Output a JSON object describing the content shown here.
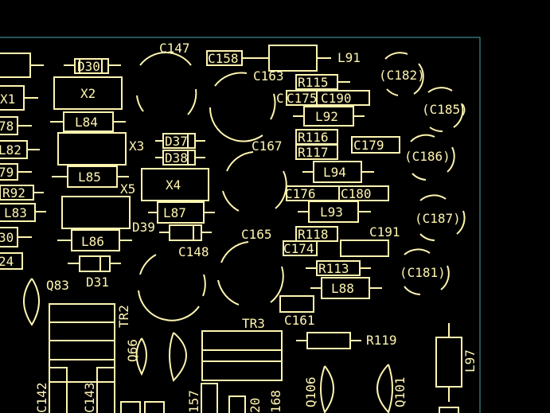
{
  "labels": {
    "d30": "D30",
    "c147": "C147",
    "c158": "C158",
    "l91": "L91",
    "c182": "(C182)",
    "x1": "X1",
    "x2": "X2",
    "c163": "C163",
    "r115": "R115",
    "c175": "C175",
    "c190": "C190",
    "c185": "(C185)",
    "c78": "78",
    "l84": "L84",
    "l92": "L92",
    "x3": "X3",
    "d37": "D37",
    "d38": "D38",
    "c167": "C167",
    "r116": "R116",
    "r117": "R117",
    "c179": "C179",
    "c186": "(C186)",
    "l82": "L82",
    "c79": "79",
    "l85": "L85",
    "l94": "L94",
    "r92": "R92",
    "x5": "X5",
    "x4": "X4",
    "c176": "C176",
    "c180": "C180",
    "l83": "L83",
    "l87": "L87",
    "l93": "L93",
    "c187": "(C187)",
    "c30": "30",
    "d39": "D39",
    "c165": "C165",
    "r118": "R118",
    "c191": "C191",
    "l86": "L86",
    "c148": "C148",
    "c174": "C174",
    "c24": "24",
    "r113": "R113",
    "c181": "(C181)",
    "d31": "D31",
    "q83": "Q83",
    "l88": "L88",
    "tr2": "TR2",
    "c161": "C161",
    "tr3": "TR3",
    "r119": "R119",
    "q66": "Q66",
    "l97": "L97",
    "c142": "C142",
    "c143": "C143",
    "q106": "Q106",
    "q101": "Q101",
    "c157": "157",
    "c20": "20",
    "c168": "168"
  }
}
